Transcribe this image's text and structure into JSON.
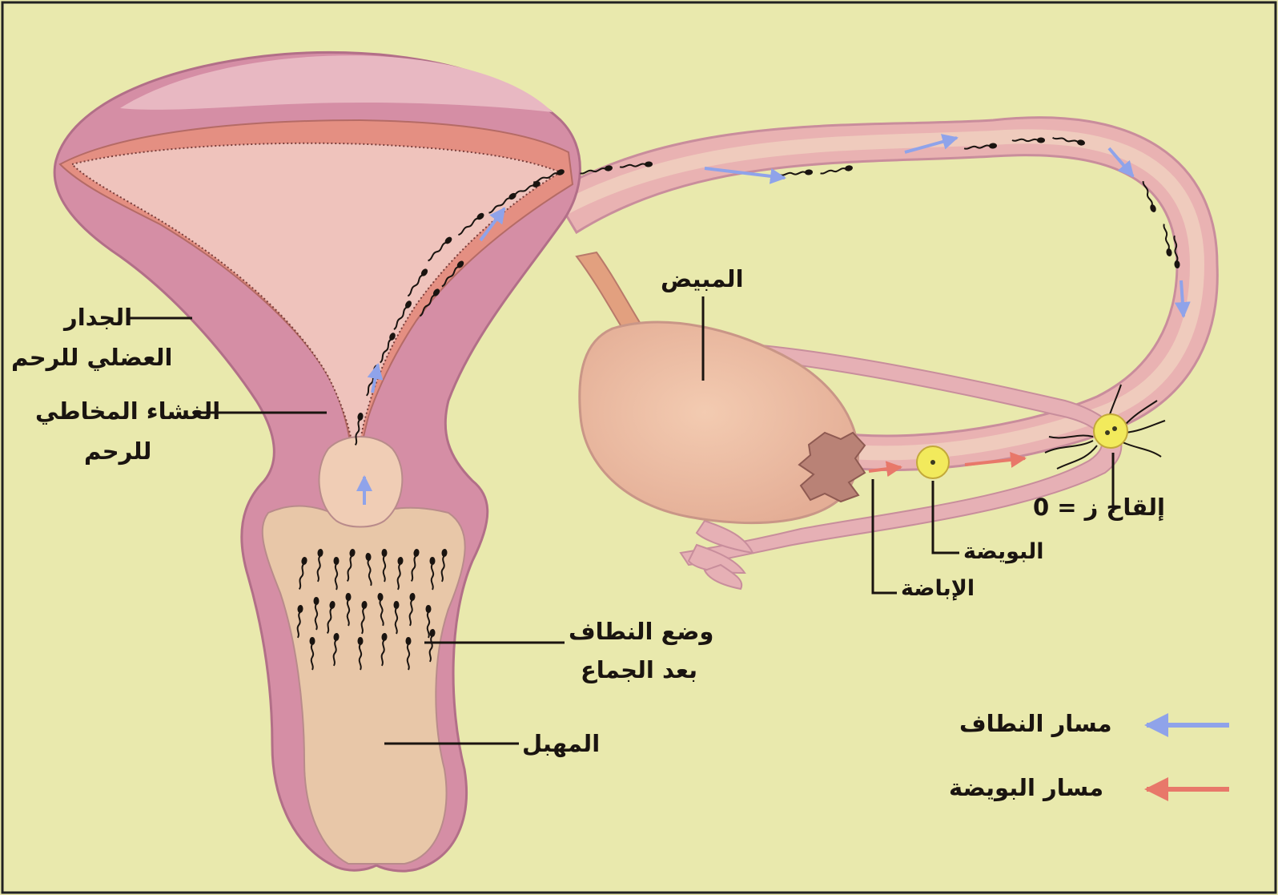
{
  "labels": {
    "ovary": "المبيض",
    "muscular_wall_line1": "الجدار",
    "muscular_wall_line2": "العضلي للرحم",
    "mucosa_line1": "الغشاء المخاطي",
    "mucosa_line2": "للرحم",
    "sperm_deposit_line1": "وضع النطاف",
    "sperm_deposit_line2": "بعد الجماع",
    "vagina": "المهبل",
    "fertilization": "إلقاح ز = 0",
    "ovum": "البويضة",
    "ovulation": "الإباضة"
  },
  "legend": {
    "sperm_path": "مسار النطاف",
    "ovum_path": "مسار البويضة"
  },
  "colors": {
    "background": "#e9e9ad",
    "tissue_outer": "#d58ea5",
    "tissue_inner": "#efc3bc",
    "lumen": "#e8c7a8",
    "endometrium": "#e48f82",
    "sperm_arrow": "#8fa3ea",
    "ovum_arrow": "#e8786a",
    "ovum_fill": "#f2ea5c"
  }
}
